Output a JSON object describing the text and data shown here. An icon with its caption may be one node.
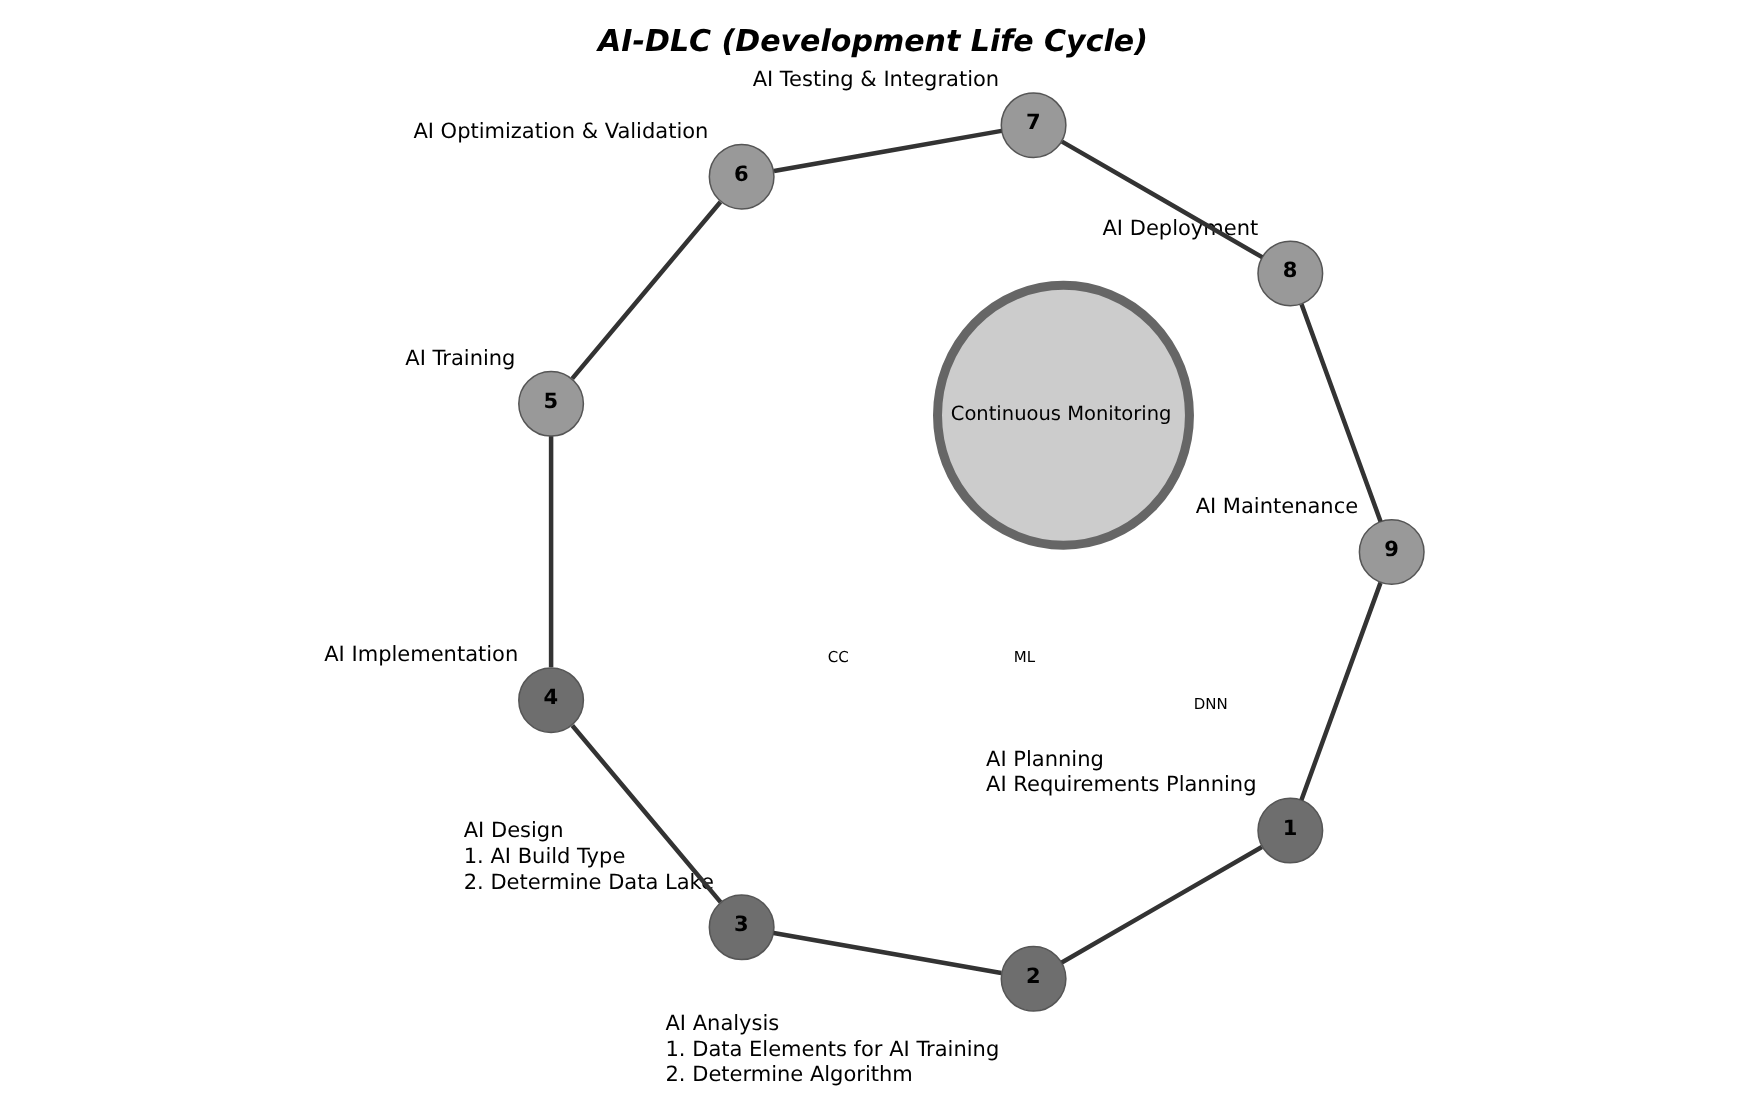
{
  "diagram": {
    "title": "AI-DLC (Development Life Cycle)",
    "nodes": [
      {
        "text": [
          "1"
        ],
        "beside": [
          "AI Planning",
          "AI Requirements Planning"
        ]
      },
      {
        "text": [
          "2"
        ],
        "beside": [
          "AI Analysis",
          "1. Data Elements for AI Training",
          "2. Determine Algorithm"
        ]
      },
      {
        "text": [
          "3"
        ],
        "beside": [
          "AI Design",
          "1. AI Build Type",
          "2. Determine Data Lake"
        ]
      },
      {
        "text": [
          "4"
        ],
        "beside": [
          "AI Implementation"
        ]
      },
      {
        "text": [
          "5"
        ],
        "beside": [
          "AI Training"
        ]
      },
      {
        "text": [
          "6"
        ],
        "beside": [
          "AI Optimization & Validation"
        ]
      },
      {
        "text": [
          "7"
        ],
        "beside": [
          "AI Testing & Integration"
        ]
      },
      {
        "text": [
          "8"
        ],
        "beside": [
          "AI Deployment"
        ]
      },
      {
        "text": [
          "9"
        ],
        "beside": [
          "AI Maintenance"
        ]
      },
      {
        "text": [
          "Continuous Monitoring"
        ]
      }
    ],
    "edges": [
      {
        "from": 0,
        "to": 1,
        "arrow": "none"
      },
      {
        "from": 1,
        "to": 2,
        "arrow": "none"
      },
      {
        "from": 2,
        "to": 3,
        "arrow": "none"
      },
      {
        "from": 3,
        "to": 4,
        "arrow": "none"
      },
      {
        "from": 4,
        "to": 5,
        "arrow": "none"
      },
      {
        "from": 5,
        "to": 6,
        "arrow": "none"
      },
      {
        "from": 6,
        "to": 7,
        "arrow": "none"
      },
      {
        "from": 7,
        "to": 8,
        "arrow": "none"
      },
      {
        "from": 8,
        "to": 0,
        "arrow": "none"
      }
    ],
    "labels": [
      "ML",
      "DNN",
      "CC"
    ]
  }
}
